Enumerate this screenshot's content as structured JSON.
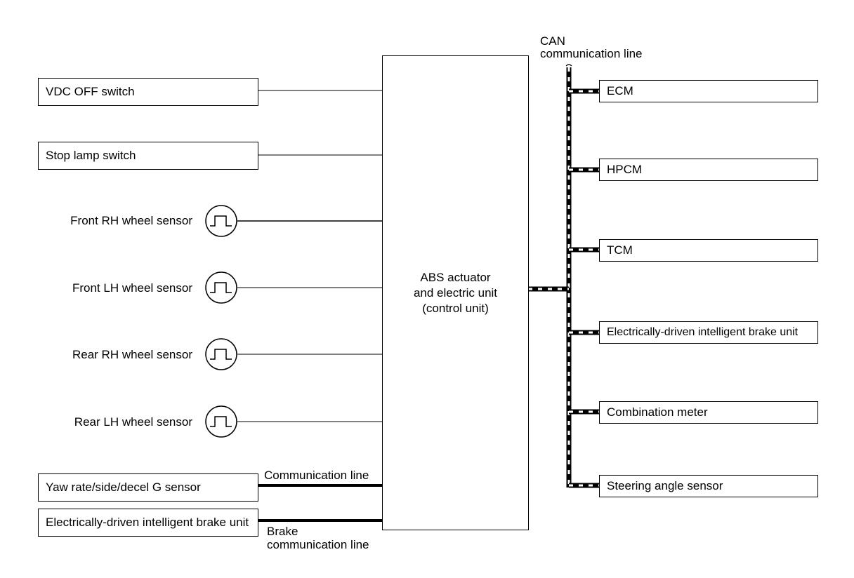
{
  "inputs": {
    "vdc_off_switch": "VDC OFF switch",
    "stop_lamp_switch": "Stop lamp switch",
    "yaw_sensor": "Yaw rate/side/decel G sensor",
    "brake_unit": "Electrically-driven intelligent brake unit"
  },
  "wheel_sensors": [
    "Front RH wheel sensor",
    "Front LH wheel sensor",
    "Rear RH wheel sensor",
    "Rear LH wheel sensor"
  ],
  "control_unit": {
    "line1": "ABS actuator",
    "line2": "and electric unit",
    "line3": "(control unit)"
  },
  "lines": {
    "communication_line": "Communication line",
    "brake_comm_line1": "Brake",
    "brake_comm_line2": "communication line",
    "can_line1": "CAN",
    "can_line2": "communication line"
  },
  "can_nodes": [
    "ECM",
    "HPCM",
    "TCM",
    "Electrically-driven intelligent brake unit",
    "Combination meter",
    "Steering angle sensor"
  ]
}
